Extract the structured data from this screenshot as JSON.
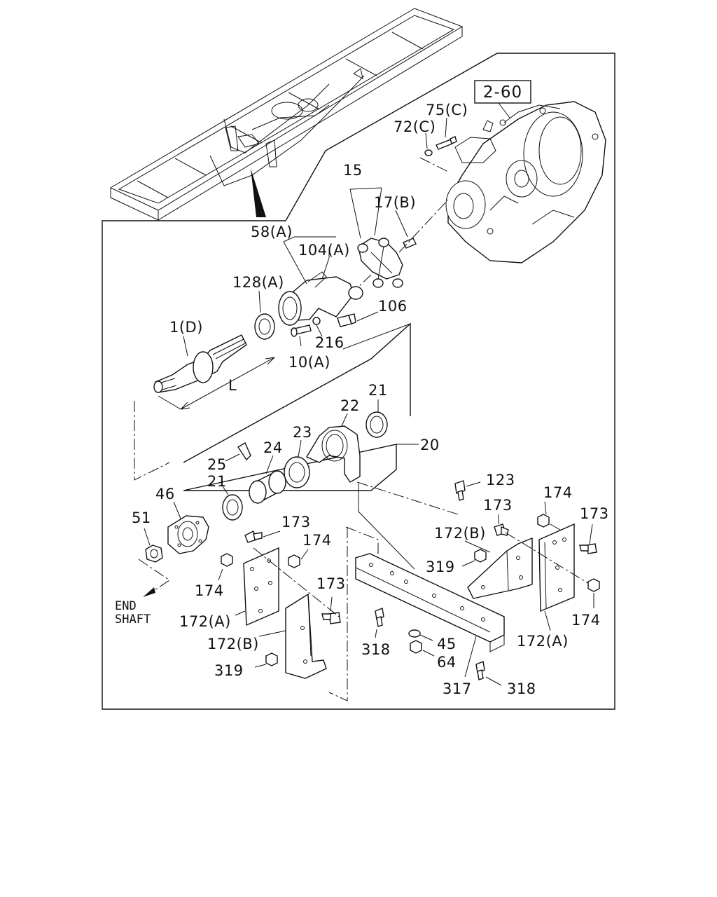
{
  "ref_box": "2-60",
  "end_shaft_line1": "END",
  "end_shaft_line2": "SHAFT",
  "dimension_label": "L",
  "labels": {
    "p75c": "75(C)",
    "p72c": "72(C)",
    "p15": "15",
    "p17b": "17(B)",
    "p58a": "58(A)",
    "p104a": "104(A)",
    "p128a": "128(A)",
    "p106": "106",
    "p1d": "1(D)",
    "p216": "216",
    "p10a": "10(A)",
    "p21_top": "21",
    "p22": "22",
    "p23": "23",
    "p24": "24",
    "p20": "20",
    "p25": "25",
    "p21_left": "21",
    "p123": "123",
    "p46": "46",
    "p51": "51",
    "p173_a": "173",
    "p174_a": "174",
    "p174_b": "174",
    "p173_b": "173",
    "p172a_left": "172(A)",
    "p172b_left": "172(B)",
    "p319_left": "319",
    "p174_c": "174",
    "p173_c": "173",
    "p173_d": "173",
    "p172b_right": "172(B)",
    "p319_right": "319",
    "p174_d": "174",
    "p172a_right": "172(A)",
    "p318_a": "318",
    "p45": "45",
    "p64": "64",
    "p317": "317",
    "p318_b": "318"
  }
}
